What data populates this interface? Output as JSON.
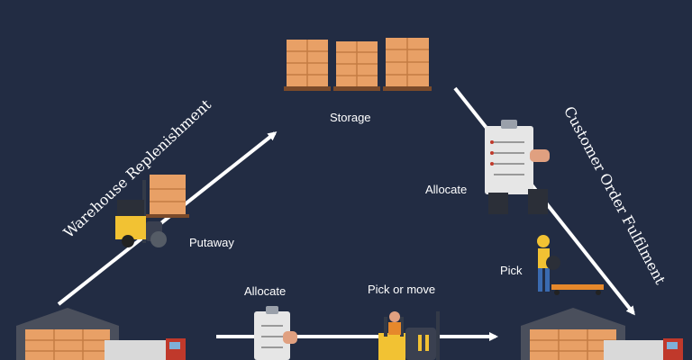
{
  "labels": {
    "storage": "Storage",
    "putaway": "Putaway",
    "allocate_top": "Allocate",
    "pick": "Pick",
    "allocate_bottom": "Allocate",
    "pick_or_move": "Pick or move",
    "warehouse_replenishment": "Warehouse Replenishment",
    "customer_order_fulfilment": "Customer Order Fulfilment"
  },
  "colors": {
    "background": "#222c43",
    "arrow": "#ffffff",
    "box": "#e8a066",
    "forklift": "#f2c233",
    "warehouse": "#4a4f5c",
    "truck_cab": "#c0392b"
  },
  "icons": [
    "pallet-boxes-icon",
    "clipboard-icon",
    "forklift-icon",
    "warehouse-icon",
    "truck-icon",
    "worker-icon",
    "hand-pallet-icon"
  ]
}
